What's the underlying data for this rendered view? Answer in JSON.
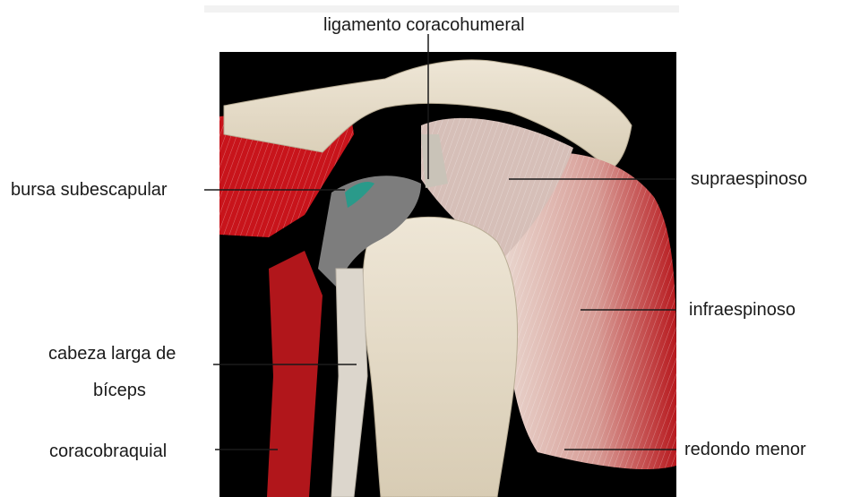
{
  "labels": {
    "ligamento_coracohumeral": "ligamento coracohumeral",
    "bursa_subescapular": "bursa subescapular",
    "supraespinoso": "supraespinoso",
    "infraespinoso": "infraespinoso",
    "cabeza_larga_line1": "cabeza larga de",
    "cabeza_larga_line2": "bíceps",
    "coracobraquial": "coracobraquial",
    "redondo_menor": "redondo menor"
  },
  "colors": {
    "background_panel": "#000000",
    "muscle_red": "#c8141b",
    "bone": "#e6dcc8",
    "tendon": "#d9d4cc",
    "bursa": "#2a9a8a",
    "label_text": "#1a1a1a"
  }
}
